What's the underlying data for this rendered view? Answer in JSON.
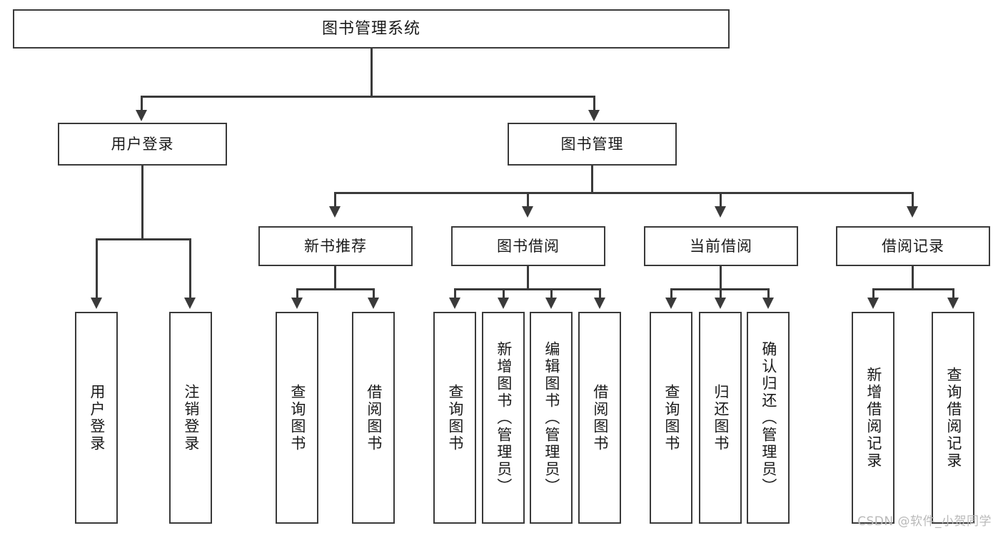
{
  "diagram": {
    "title": "图书管理系统",
    "type": "tree-structure-chart",
    "root": {
      "label": "图书管理系统"
    },
    "level2": [
      {
        "label": "用户登录"
      },
      {
        "label": "图书管理"
      }
    ],
    "level3": [
      {
        "label": "新书推荐"
      },
      {
        "label": "图书借阅"
      },
      {
        "label": "当前借阅"
      },
      {
        "label": "借阅记录"
      }
    ],
    "leaves": {
      "user_login": [
        {
          "label": "用户登录"
        },
        {
          "label": "注销登录"
        }
      ],
      "new_book_recommend": [
        {
          "label": "查询图书"
        },
        {
          "label": "借阅图书"
        }
      ],
      "book_borrow": [
        {
          "label": "查询图书"
        },
        {
          "label": "新增图书（管理员）"
        },
        {
          "label": "编辑图书（管理员）"
        },
        {
          "label": "借阅图书"
        }
      ],
      "current_borrow": [
        {
          "label": "查询图书"
        },
        {
          "label": "归还图书"
        },
        {
          "label": "确认归还（管理员）"
        }
      ],
      "borrow_record": [
        {
          "label": "新增借阅记录"
        },
        {
          "label": "查询借阅记录"
        }
      ]
    }
  },
  "watermark": {
    "text": "CSDN @软件_小贺同学"
  },
  "colors": {
    "stroke": "#3a3a3a",
    "text": "#1a1a1a",
    "background": "#ffffff",
    "watermark": "#b9b9b9"
  }
}
